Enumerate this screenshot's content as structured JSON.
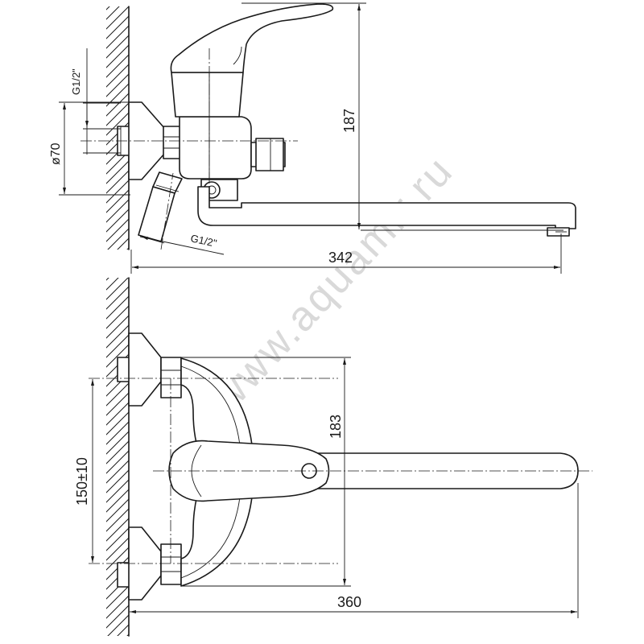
{
  "watermark": "www.aquamir.ru",
  "side_view": {
    "thread_top": "G1/2\"",
    "thread_bottom": "G1/2\"",
    "flange_diameter": "ø70",
    "height": "187",
    "length": "342"
  },
  "top_view": {
    "inlet_spacing": "150±10",
    "depth": "183",
    "length": "360"
  }
}
